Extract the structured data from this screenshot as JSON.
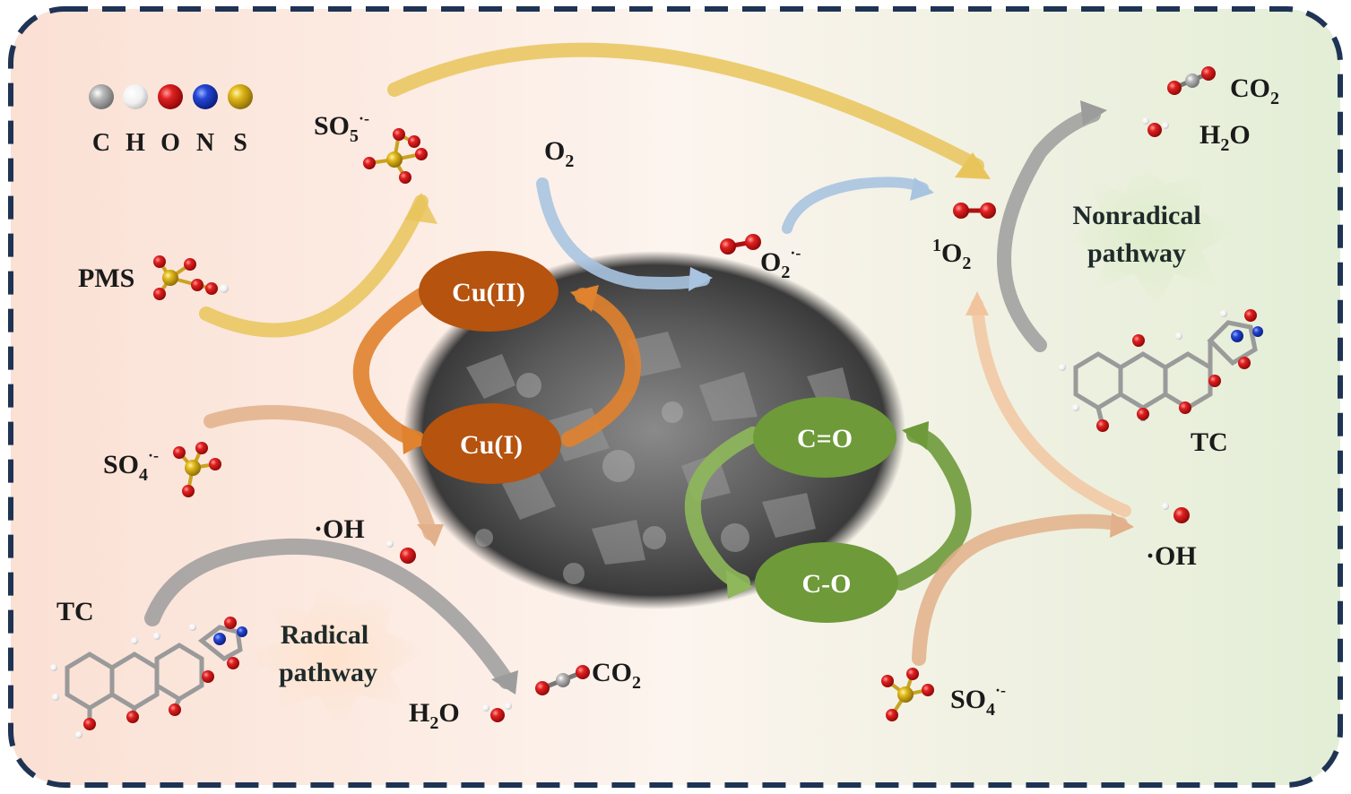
{
  "legend": {
    "elements": [
      {
        "symbol": "C",
        "color": "#9a9a9a"
      },
      {
        "symbol": "H",
        "color": "#f2f2f2"
      },
      {
        "symbol": "O",
        "color": "#d21b1b"
      },
      {
        "symbol": "N",
        "color": "#1f3fcf"
      },
      {
        "symbol": "S",
        "color": "#d9b418"
      }
    ]
  },
  "species": {
    "pms": "PMS",
    "so5": "SO",
    "so5_sub": "5",
    "so5_sup": "·-",
    "o2": "O",
    "o2_sub": "2",
    "o2_rad": "O",
    "o2_rad_sub": "2",
    "o2_rad_sup": "·-",
    "singlet_o2_sup": "1",
    "singlet_o2": "O",
    "singlet_o2_sub": "2",
    "so4_left": "SO",
    "so4_left_sub": "4",
    "so4_left_sup": "·-",
    "oh_left": "·OH",
    "oh_right": "·OH",
    "so4_right": "SO",
    "so4_right_sub": "4",
    "so4_right_sup": "·-",
    "tc_left": "TC",
    "tc_right": "TC",
    "co2_top": "CO",
    "co2_top_sub": "2",
    "h2o_top": "H",
    "h2o_top_sub": "2",
    "h2o_top_end": "O",
    "co2_bottom": "CO",
    "co2_bottom_sub": "2",
    "h2o_bottom": "H",
    "h2o_bottom_sub": "2",
    "h2o_bottom_end": "O"
  },
  "cycles": {
    "cu2": "Cu(II)",
    "cu1": "Cu(I)",
    "co_double": "C=O",
    "co_single": "C-O"
  },
  "pathways": {
    "nonradical_line1": "Nonradical",
    "nonradical_line2": "pathway",
    "radical_line1": "Radical",
    "radical_line2": "pathway"
  },
  "colors": {
    "frame": "#1f3354",
    "cu_node": "#b5530f",
    "cu_arrow": "#e0822e",
    "c_node": "#6e9a3a",
    "c_arrow": "#8fb85a",
    "pms_arrow": "#e9c45a",
    "o2_arrow": "#a9c4e0",
    "tc_arrow": "#9c9c9c",
    "so4_arrow": "#e2b08a",
    "bg_left": "#fbe1d6",
    "bg_right": "#e4efd9"
  }
}
